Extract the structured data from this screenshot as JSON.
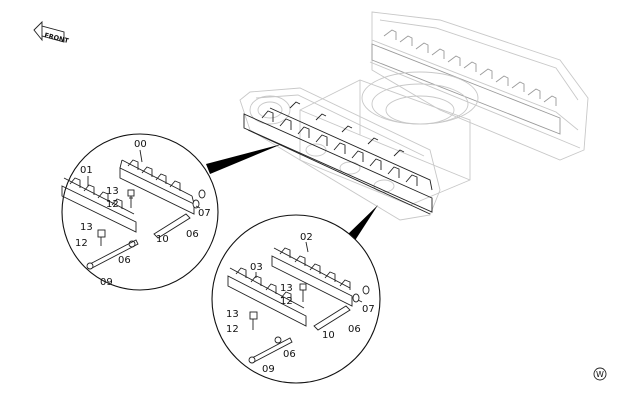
{
  "diagram": {
    "front_label": "FRONT",
    "corner_mark": "W",
    "detail_upper": {
      "labels": {
        "p00": "00",
        "p01": "01",
        "p13a": "13",
        "p12a": "12",
        "p13b": "13",
        "p12b": "12",
        "p10": "10",
        "p06a": "06",
        "p07": "07",
        "p06b": "06",
        "p09": "09"
      }
    },
    "detail_lower": {
      "labels": {
        "p02": "02",
        "p03": "03",
        "p13a": "13",
        "p12a": "12",
        "p13b": "13",
        "p12b": "12",
        "p07": "07",
        "p06a": "06",
        "p10": "10",
        "p06b": "06",
        "p09": "09"
      }
    }
  }
}
